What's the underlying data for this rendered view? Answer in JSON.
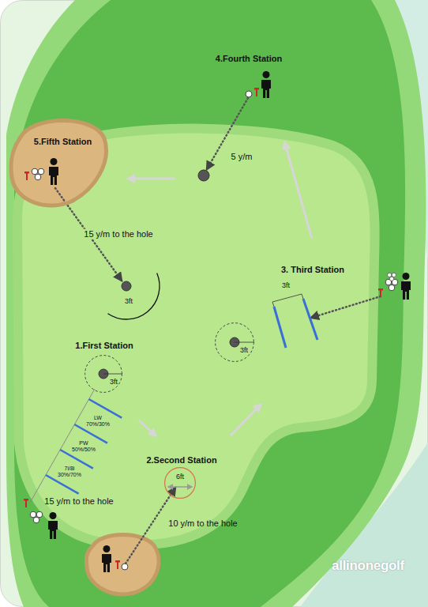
{
  "diagram": {
    "nodes": [
      {
        "text": [
          "5.Fifth Station"
        ]
      },
      {
        "text": [
          "3ft"
        ]
      },
      {
        "text": [
          "3ft"
        ]
      },
      {
        "text": [
          "6ft"
        ]
      }
    ],
    "labels": [
      "4.Fourth Station",
      "5 y/m",
      "15 y/m to the hole",
      "3ft",
      "3. Third Station",
      "3ft",
      "1.First Station",
      "LW 70%/30%",
      "PW 50%/50%",
      "7i/8i 30%/70%",
      "2.Second Station",
      "15 y/m to the hole",
      "10 y/m to the hole",
      "allinonegolf"
    ]
  }
}
